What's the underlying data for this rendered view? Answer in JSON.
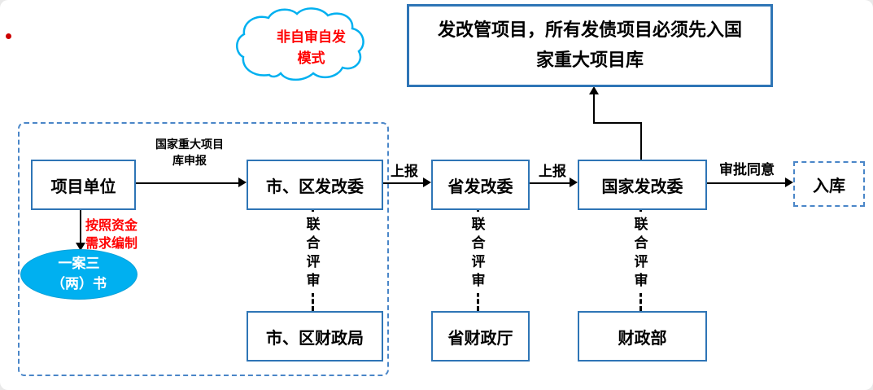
{
  "cloud": {
    "line1": "非自审自发",
    "line2": "模式"
  },
  "top_box": {
    "label": "发改管项目，所有发债项目必须先入国家重大项目库"
  },
  "flow": {
    "project_unit": "项目单位",
    "city_drc": "市、区发改委",
    "prov_drc": "省发改委",
    "national_drc": "国家发改委",
    "storage": "入库",
    "city_finance": "市、区财政局",
    "prov_finance": "省财政厅",
    "ministry_finance": "财政部"
  },
  "ellipse": {
    "line1": "一案三",
    "line2": "（两）书"
  },
  "edge_labels": {
    "declare_line1": "国家重大项目",
    "declare_line2": "库申报",
    "report1": "上报",
    "report2": "上报",
    "approve": "审批同意",
    "joint_review": "联合评审",
    "red_note_line1": "按照资金",
    "red_note_line2": "需求编制"
  },
  "colors": {
    "box_border": "#2E75B6",
    "dashed_frame": "#4a86c8",
    "cloud_stroke": "#00B0F0",
    "ellipse_fill": "#00B0F0",
    "red_text": "#FF0000",
    "connector": "#000000"
  }
}
